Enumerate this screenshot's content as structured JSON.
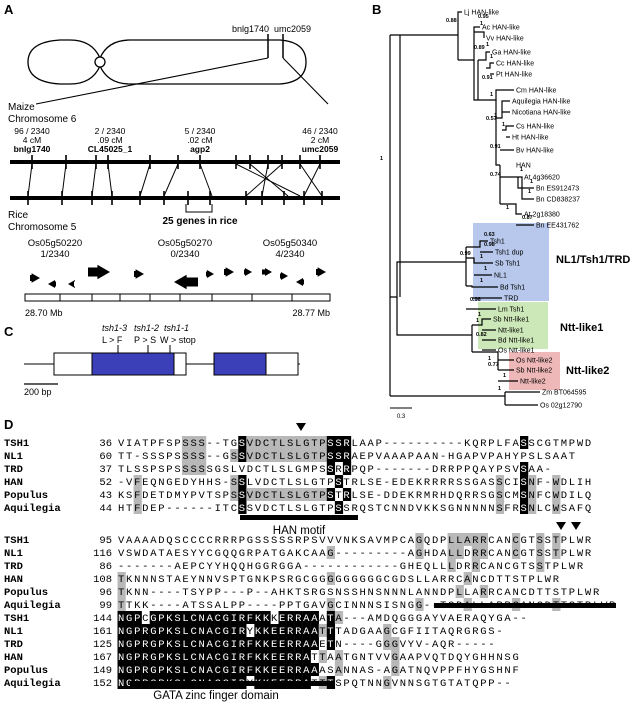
{
  "panel_labels": {
    "a": "A",
    "b": "B",
    "c": "C",
    "d": "D"
  },
  "panel_a": {
    "markers_top": [
      "bnlg1740",
      "umc2059"
    ],
    "maize_chr": [
      "Maize",
      "Chromosome 6"
    ],
    "marker_stats": [
      {
        "ratio": "96 / 2340",
        "cm": "4 cM",
        "name": "bnlg1740"
      },
      {
        "ratio": "2 / 2340",
        "cm": ".09 cM",
        "name": "CL45025_1"
      },
      {
        "ratio": "5 / 2340",
        "cm": ".02 cM",
        "name": "agp2"
      },
      {
        "ratio": "46 / 2340",
        "cm": "2 cM",
        "name": "umc2059"
      }
    ],
    "rice_chr": [
      "Rice",
      "Chromosome 5"
    ],
    "genes_note": "25 genes in rice",
    "rice_genes": [
      {
        "name": "Os05g50220",
        "ratio": "1/2340"
      },
      {
        "name": "Os05g50270",
        "ratio": "0/2340"
      },
      {
        "name": "Os05g50340",
        "ratio": "4/2340"
      }
    ],
    "scale_left": "28.70 Mb",
    "scale_right": "28.77 Mb"
  },
  "panel_b": {
    "leaves": [
      "Lj HAN-like",
      "Ac HAN-like",
      "Vv HAN-like",
      "Ga HAN-like",
      "Cc HAN-like",
      "Pt HAN-like",
      "Cm HAN-like",
      "Aquilegia HAN-like",
      "Nicotiana HAN-like",
      "Cs HAN-like",
      "Ht HAN-like",
      "Bv HAN-like",
      "HAN",
      "At 4g36620",
      "Bn ES912473",
      "Bn CD838237",
      "At 2g18380",
      "Bn EE431762",
      "Tsh1",
      "Tsh1 dup",
      "Sb Tsh1",
      "NL1",
      "Bd Tsh1",
      "TRD",
      "Lm Tsh1",
      "Sb Ntt-like1",
      "Ntt-like1",
      "Bd Ntt-like1",
      "Os Ntt-like1",
      "Os Ntt-like2",
      "Sb Ntt-like2",
      "Ntt-like2",
      "Zm BT064595",
      "Os 02g12790"
    ],
    "support": [
      "0.88",
      "0.95",
      "1",
      "0.89",
      "1",
      "1",
      "0.91",
      "1",
      "0.57",
      "1",
      "1",
      "0.91",
      "0.74",
      "1",
      "1",
      "1",
      "1",
      "0.87",
      "1",
      "0.96",
      "0.98",
      "1",
      "1",
      "0.63",
      "1",
      "0.99",
      "1",
      "1",
      "0.82",
      "1",
      "0.77",
      "1",
      "1"
    ],
    "groups": [
      "NL1/Tsh1/TRD",
      "Ntt-like1",
      "Ntt-like2"
    ],
    "scale": "0.3",
    "colors": {
      "nl1": "#b7c8ec",
      "ntt1": "#cde8b8",
      "ntt2": "#efb8b8"
    }
  },
  "panel_c": {
    "alleles": [
      "tsh1-3",
      "tsh1-2",
      "tsh1-1"
    ],
    "changes": [
      "L > F",
      "P > S",
      "W > stop"
    ],
    "scale": "200 bp",
    "exon_color": "#3b3fb8"
  },
  "panel_d": {
    "blocks": [
      {
        "rows": [
          {
            "name": "TSH1",
            "pos": "36",
            "seq": "VIATPFSPSSS--TGSVDCTLSLGTPSSRLAAP----------KQRPLFASSCGTMPWD"
          },
          {
            "name": "NL1",
            "pos": "60",
            "seq": "TT-SSSPSSSS--GSSVDCTLSLGTPSSRAEPVAAAPAAN-HGAPVPAHYPSLSAAT"
          },
          {
            "name": "TRD",
            "pos": "37",
            "seq": "TLSSPSPSSSSSGSLVDCTLSLGMPSSRRPQP-------DRRPPQAYPSVSAA-"
          },
          {
            "name": "HAN",
            "pos": "52",
            "seq": "-VFEQNGEDYHHS-SSLVDCTLSLGTPSTRLSE-EDEKRRRRSSGASSCISNF-WDLIH"
          },
          {
            "name": "Populus",
            "pos": "43",
            "seq": "KSFDETDMYPVTSPSSVDCTLSLGTPSTRLSE-DDEKRMRHDQRRSGSCMSNFCWDILQ"
          },
          {
            "name": "Aquilegia",
            "pos": "44",
            "seq": "HTFDEP------ITCSSVDCTLSLGTPSSRQSTCNNDVKKSGNNNNNSFRSNLCWSAFQ"
          }
        ],
        "caption": "HAN motif"
      },
      {
        "rows": [
          {
            "name": "TSH1",
            "pos": "95",
            "seq": "VAAAADQSCCCCRRRPGSSSSSRPSVVVNKSAVMPCAGQDPLLARRCANCGTSSTPLWR"
          },
          {
            "name": "NL1",
            "pos": "116",
            "seq": "VSWDATAESYYCGQQGRPATGAKCAAG---------AGHDALLDRRCANCGTSSTPLWR"
          },
          {
            "name": "TRD",
            "pos": "86",
            "seq": "-------AEPCYYHQQHGGRGGA------------GHEQLLLDRRCANCGTSSTPLWR"
          },
          {
            "name": "HAN",
            "pos": "108",
            "seq": "TKNNNSTAEYNNVSPTGNKPSRGCGGGGGGGGGCGDSLLARRCANCDTTSTPLWR"
          },
          {
            "name": "Populus",
            "pos": "96",
            "seq": "TKNN----TSYPP---P--AHKTSRGSNSSHNSNNNLANNDPLLARRCANCDTTSTPLWR"
          },
          {
            "name": "Aquilegia",
            "pos": "99",
            "seq": "TTKK----ATSSALPP----PPTGAVGCINNNSISNGG--TGDALLARRCANCDTTSTPLWR"
          }
        ]
      },
      {
        "rows": [
          {
            "name": "TSH1",
            "pos": "144",
            "seq": "NGPCGPKSLCNACGIRFKKKERRAAATA---AMDQGGGAYVAERAQYGA--"
          },
          {
            "name": "NL1",
            "pos": "161",
            "seq": "NGPRGPKSLCNACGIRYKKEERRAATTTADGAAGCGFIITAQRGRGS-"
          },
          {
            "name": "TRD",
            "pos": "125",
            "seq": "NGPRGPKSLCNACGIRFKKEERRAAETN----GGGVYV-AQR-----"
          },
          {
            "name": "HAN",
            "pos": "167",
            "seq": "NGPRGPKSLCNACGIRFKKEERRATTAATGNTVVGAAPVQTDQYGHHNSG"
          },
          {
            "name": "Populus",
            "pos": "149",
            "seq": "NGPRGPKSLCNACGIRFKKEERRAAASANNAS-AGATNQVPPFHYGSHNF"
          },
          {
            "name": "Aquilegia",
            "pos": "152",
            "seq": "NGPRGPKSLCNACGIRYKKEERRATTTSPQTNNGVNNSGTGTATQPP--"
          }
        ],
        "caption": "GATA zinc finger domain"
      }
    ]
  }
}
